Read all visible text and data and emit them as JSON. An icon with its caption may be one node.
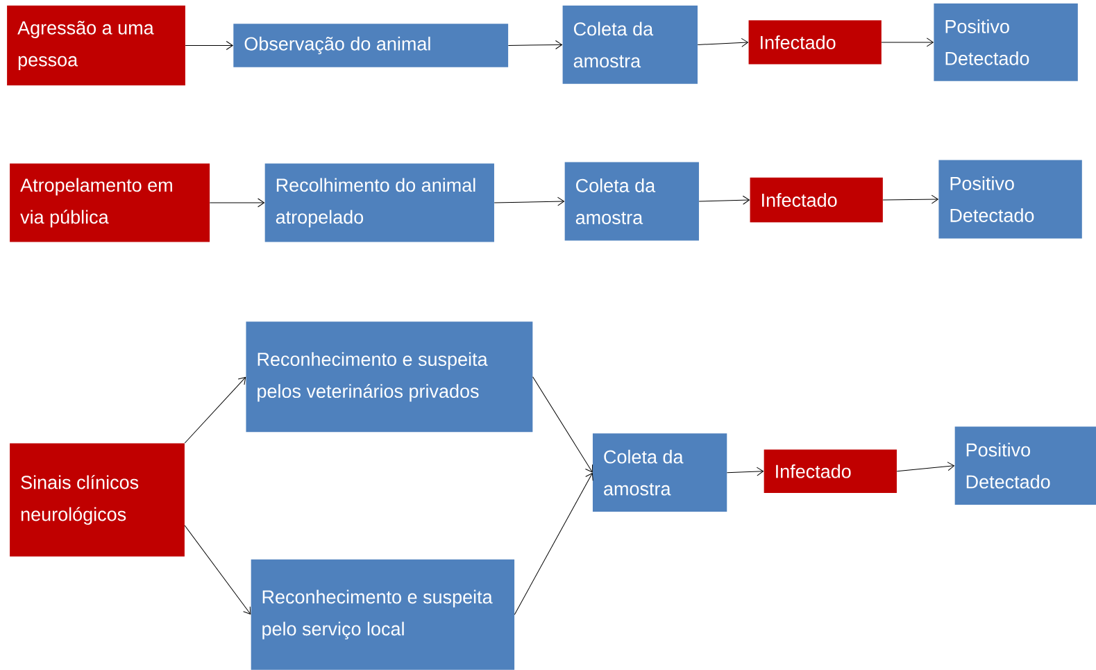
{
  "diagram": {
    "nodes": [
      {
        "text": [
          "Agressão a uma pessoa"
        ]
      },
      {
        "text": [
          "Observação do animal"
        ]
      },
      {
        "text": [
          "Coleta da amostra"
        ]
      },
      {
        "text": [
          "Infectado"
        ]
      },
      {
        "text": [
          "Positivo Detectado"
        ]
      },
      {
        "text": [
          "Atropelamento em via pública"
        ]
      },
      {
        "text": [
          "Recolhimento do animal atropelado"
        ]
      },
      {
        "text": [
          "Coleta da amostra"
        ]
      },
      {
        "text": [
          "Infectado"
        ]
      },
      {
        "text": [
          "Positivo Detectado"
        ]
      },
      {
        "text": [
          "Sinais clínicos neurológicos"
        ]
      },
      {
        "text": [
          "Reconhecimento e suspeita pelos veterinários privados"
        ]
      },
      {
        "text": [
          "Reconhecimento e suspeita pelo serviço local"
        ]
      },
      {
        "text": [
          "Coleta da amostra"
        ]
      },
      {
        "text": [
          "Infectado"
        ]
      },
      {
        "text": [
          "Positivo Detectado"
        ]
      }
    ],
    "edges": [
      {
        "from": 0,
        "to": 1,
        "arrow": "to"
      },
      {
        "from": 1,
        "to": 2,
        "arrow": "to"
      },
      {
        "from": 2,
        "to": 3,
        "arrow": "to"
      },
      {
        "from": 3,
        "to": 4,
        "arrow": "to"
      },
      {
        "from": 5,
        "to": 6,
        "arrow": "to"
      },
      {
        "from": 6,
        "to": 7,
        "arrow": "to"
      },
      {
        "from": 7,
        "to": 8,
        "arrow": "to"
      },
      {
        "from": 8,
        "to": 9,
        "arrow": "to"
      },
      {
        "from": 10,
        "to": 11,
        "arrow": "to"
      },
      {
        "from": 10,
        "to": 12,
        "arrow": "to"
      },
      {
        "from": 11,
        "to": 13,
        "arrow": "to"
      },
      {
        "from": 12,
        "to": 13,
        "arrow": "to"
      },
      {
        "from": 13,
        "to": 14,
        "arrow": "to"
      },
      {
        "from": 14,
        "to": 15,
        "arrow": "to"
      }
    ]
  }
}
